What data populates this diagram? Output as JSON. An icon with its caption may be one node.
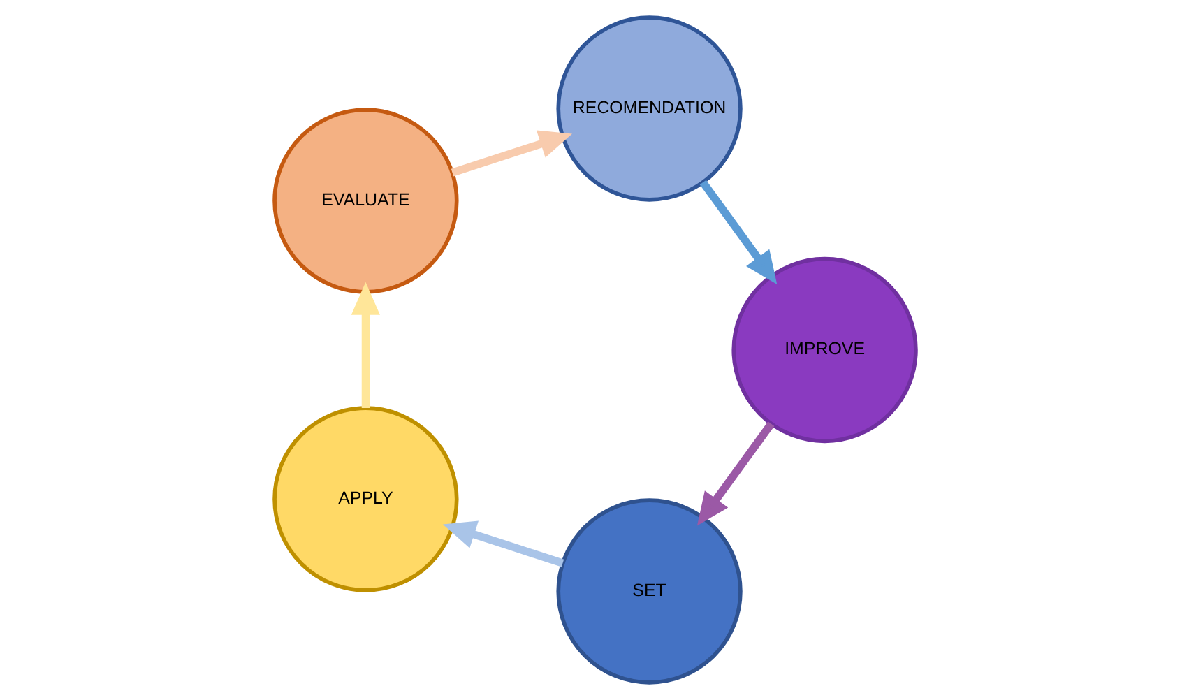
{
  "diagram": {
    "nodes": [
      {
        "text": [
          "SET"
        ]
      },
      {
        "text": [
          "APPLY"
        ]
      },
      {
        "text": [
          "EVALUATE"
        ]
      },
      {
        "text": [
          "RECOMENDATION"
        ]
      },
      {
        "text": [
          "IMPROVE"
        ]
      }
    ],
    "edges": [
      {
        "from": 0,
        "to": 1,
        "arrow": "to",
        "color": "#a9c4e8"
      },
      {
        "from": 1,
        "to": 2,
        "arrow": "to",
        "color": "#ffe699"
      },
      {
        "from": 2,
        "to": 3,
        "arrow": "to",
        "color": "#f8cbad"
      },
      {
        "from": 3,
        "to": 4,
        "arrow": "to",
        "color": "#5b9bd5"
      },
      {
        "from": 4,
        "to": 0,
        "arrow": "to",
        "color": "#9b59a6"
      }
    ]
  }
}
